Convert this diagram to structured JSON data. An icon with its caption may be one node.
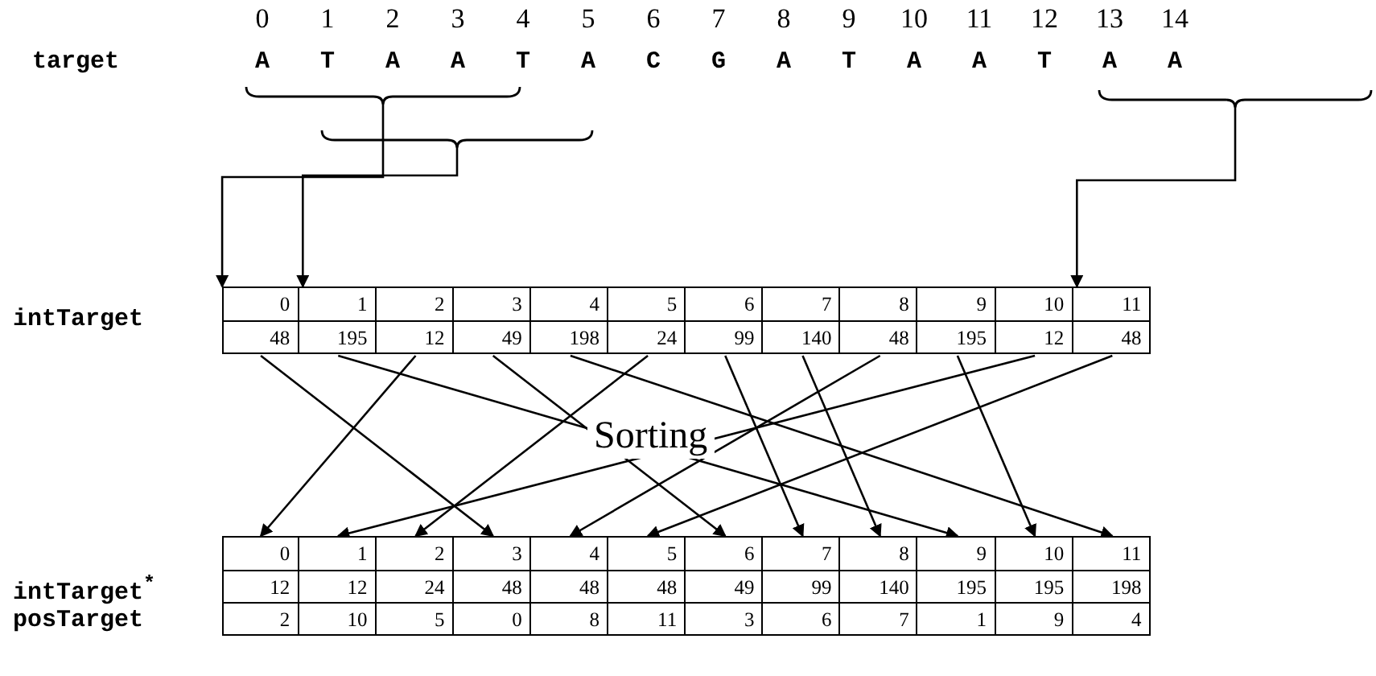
{
  "diagram": {
    "nodes": [
      {
        "text": [],
        "shape": "brace"
      },
      {
        "text": [],
        "shape": "brace"
      },
      {
        "text": [],
        "shape": "brace"
      },
      {
        "text": [
          "0",
          "48"
        ]
      },
      {
        "text": [
          "1",
          "195"
        ]
      },
      {
        "text": [
          "2",
          "12"
        ]
      },
      {
        "text": [
          "3",
          "49"
        ]
      },
      {
        "text": [
          "4",
          "198"
        ]
      },
      {
        "text": [
          "5",
          "24"
        ]
      },
      {
        "text": [
          "6",
          "99"
        ]
      },
      {
        "text": [
          "7",
          "140"
        ]
      },
      {
        "text": [
          "8",
          "48"
        ]
      },
      {
        "text": [
          "9",
          "195"
        ]
      },
      {
        "text": [
          "10",
          "12"
        ]
      },
      {
        "text": [
          "11",
          "48"
        ]
      },
      {
        "text": [
          "0",
          "12",
          "2"
        ]
      },
      {
        "text": [
          "1",
          "12",
          "10"
        ]
      },
      {
        "text": [
          "2",
          "24",
          "5"
        ]
      },
      {
        "text": [
          "3",
          "48",
          "0"
        ]
      },
      {
        "text": [
          "4",
          "48",
          "8"
        ]
      },
      {
        "text": [
          "5",
          "48",
          "11"
        ]
      },
      {
        "text": [
          "6",
          "49",
          "3"
        ]
      },
      {
        "text": [
          "7",
          "99",
          "6"
        ]
      },
      {
        "text": [
          "8",
          "140",
          "7"
        ]
      },
      {
        "text": [
          "9",
          "195",
          "1"
        ]
      },
      {
        "text": [
          "10",
          "195",
          "9"
        ]
      },
      {
        "text": [
          "11",
          "198",
          "4"
        ]
      }
    ],
    "edges": [
      {
        "from": 0,
        "to": 3,
        "arrow": "to"
      },
      {
        "from": 1,
        "to": 4,
        "arrow": "to"
      },
      {
        "from": 2,
        "to": 14,
        "arrow": "to"
      },
      {
        "from": 5,
        "to": 15,
        "arrow": "to"
      },
      {
        "from": 13,
        "to": 16,
        "arrow": "to"
      },
      {
        "from": 8,
        "to": 17,
        "arrow": "to"
      },
      {
        "from": 3,
        "to": 18,
        "arrow": "to"
      },
      {
        "from": 11,
        "to": 19,
        "arrow": "to"
      },
      {
        "from": 14,
        "to": 20,
        "arrow": "to"
      },
      {
        "from": 6,
        "to": 21,
        "arrow": "to"
      },
      {
        "from": 9,
        "to": 22,
        "arrow": "to"
      },
      {
        "from": 10,
        "to": 23,
        "arrow": "to"
      },
      {
        "from": 4,
        "to": 24,
        "arrow": "to"
      },
      {
        "from": 12,
        "to": 25,
        "arrow": "to"
      },
      {
        "from": 7,
        "to": 26,
        "arrow": "to"
      }
    ],
    "labels": [
      "0",
      "1",
      "2",
      "3",
      "4",
      "5",
      "6",
      "7",
      "8",
      "9",
      "10",
      "11",
      "12",
      "13",
      "14",
      "target",
      "A",
      "T",
      "A",
      "A",
      "T",
      "A",
      "C",
      "G",
      "A",
      "T",
      "A",
      "A",
      "T",
      "A",
      "A",
      "intTarget",
      "Sorting",
      "intTarget$^{*}$",
      "posTarget"
    ]
  }
}
